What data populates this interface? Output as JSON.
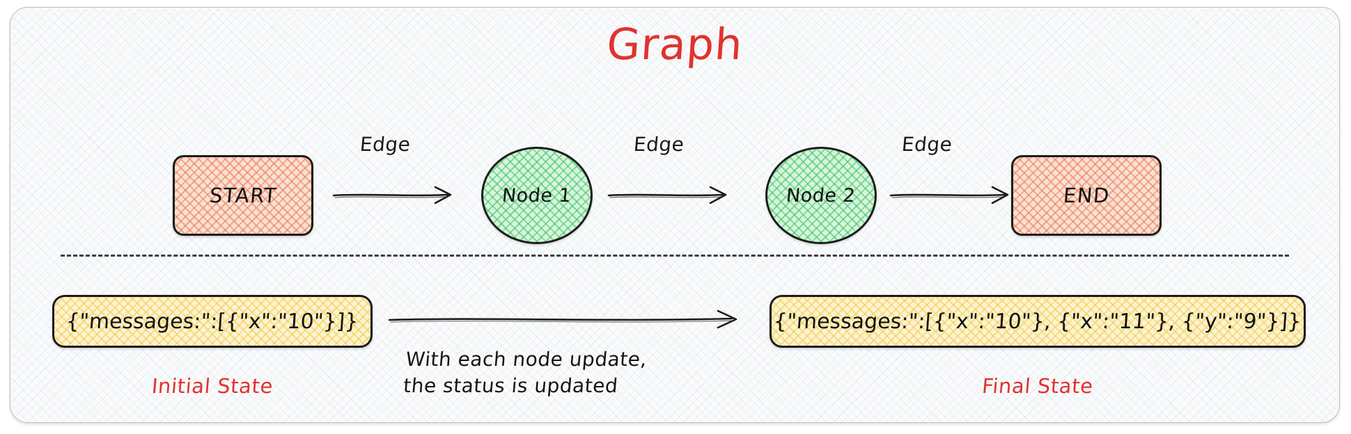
{
  "diagram": {
    "title": "Graph",
    "title_color": "#e0332f",
    "nodes": [
      {
        "id": "start",
        "label": "START",
        "shape": "rounded-rect",
        "fill": "#f7b79b",
        "border": "#1c1c1c"
      },
      {
        "id": "node1",
        "label": "Node 1",
        "shape": "ellipse",
        "fill": "#7cd993",
        "border": "#1c1c1c"
      },
      {
        "id": "node2",
        "label": "Node 2",
        "shape": "ellipse",
        "fill": "#7cd993",
        "border": "#1c1c1c"
      },
      {
        "id": "end",
        "label": "END",
        "shape": "rounded-rect",
        "fill": "#f7b79b",
        "border": "#1c1c1c"
      }
    ],
    "edges": [
      {
        "from": "start",
        "to": "node1",
        "label": "Edge"
      },
      {
        "from": "node1",
        "to": "node2",
        "label": "Edge"
      },
      {
        "from": "node2",
        "to": "end",
        "label": "Edge"
      }
    ],
    "divider": {
      "style": "dashed",
      "color": "#3a3f45"
    },
    "state_flow": {
      "initial_state": {
        "value": "{\"messages:\":[{\"x\":\"10\"}]}",
        "caption": "Initial State",
        "caption_color": "#e0332f",
        "fill": "#f6e5a3"
      },
      "final_state": {
        "value": "{\"messages:\":[{\"x\":\"10\"}, {\"x\":\"11\"}, {\"y\":\"9\"}]}",
        "caption": "Final State",
        "caption_color": "#e0332f",
        "fill": "#f6e5a3"
      },
      "transition_caption_line1": "With each node update,",
      "transition_caption_line2": "the status is updated"
    }
  }
}
